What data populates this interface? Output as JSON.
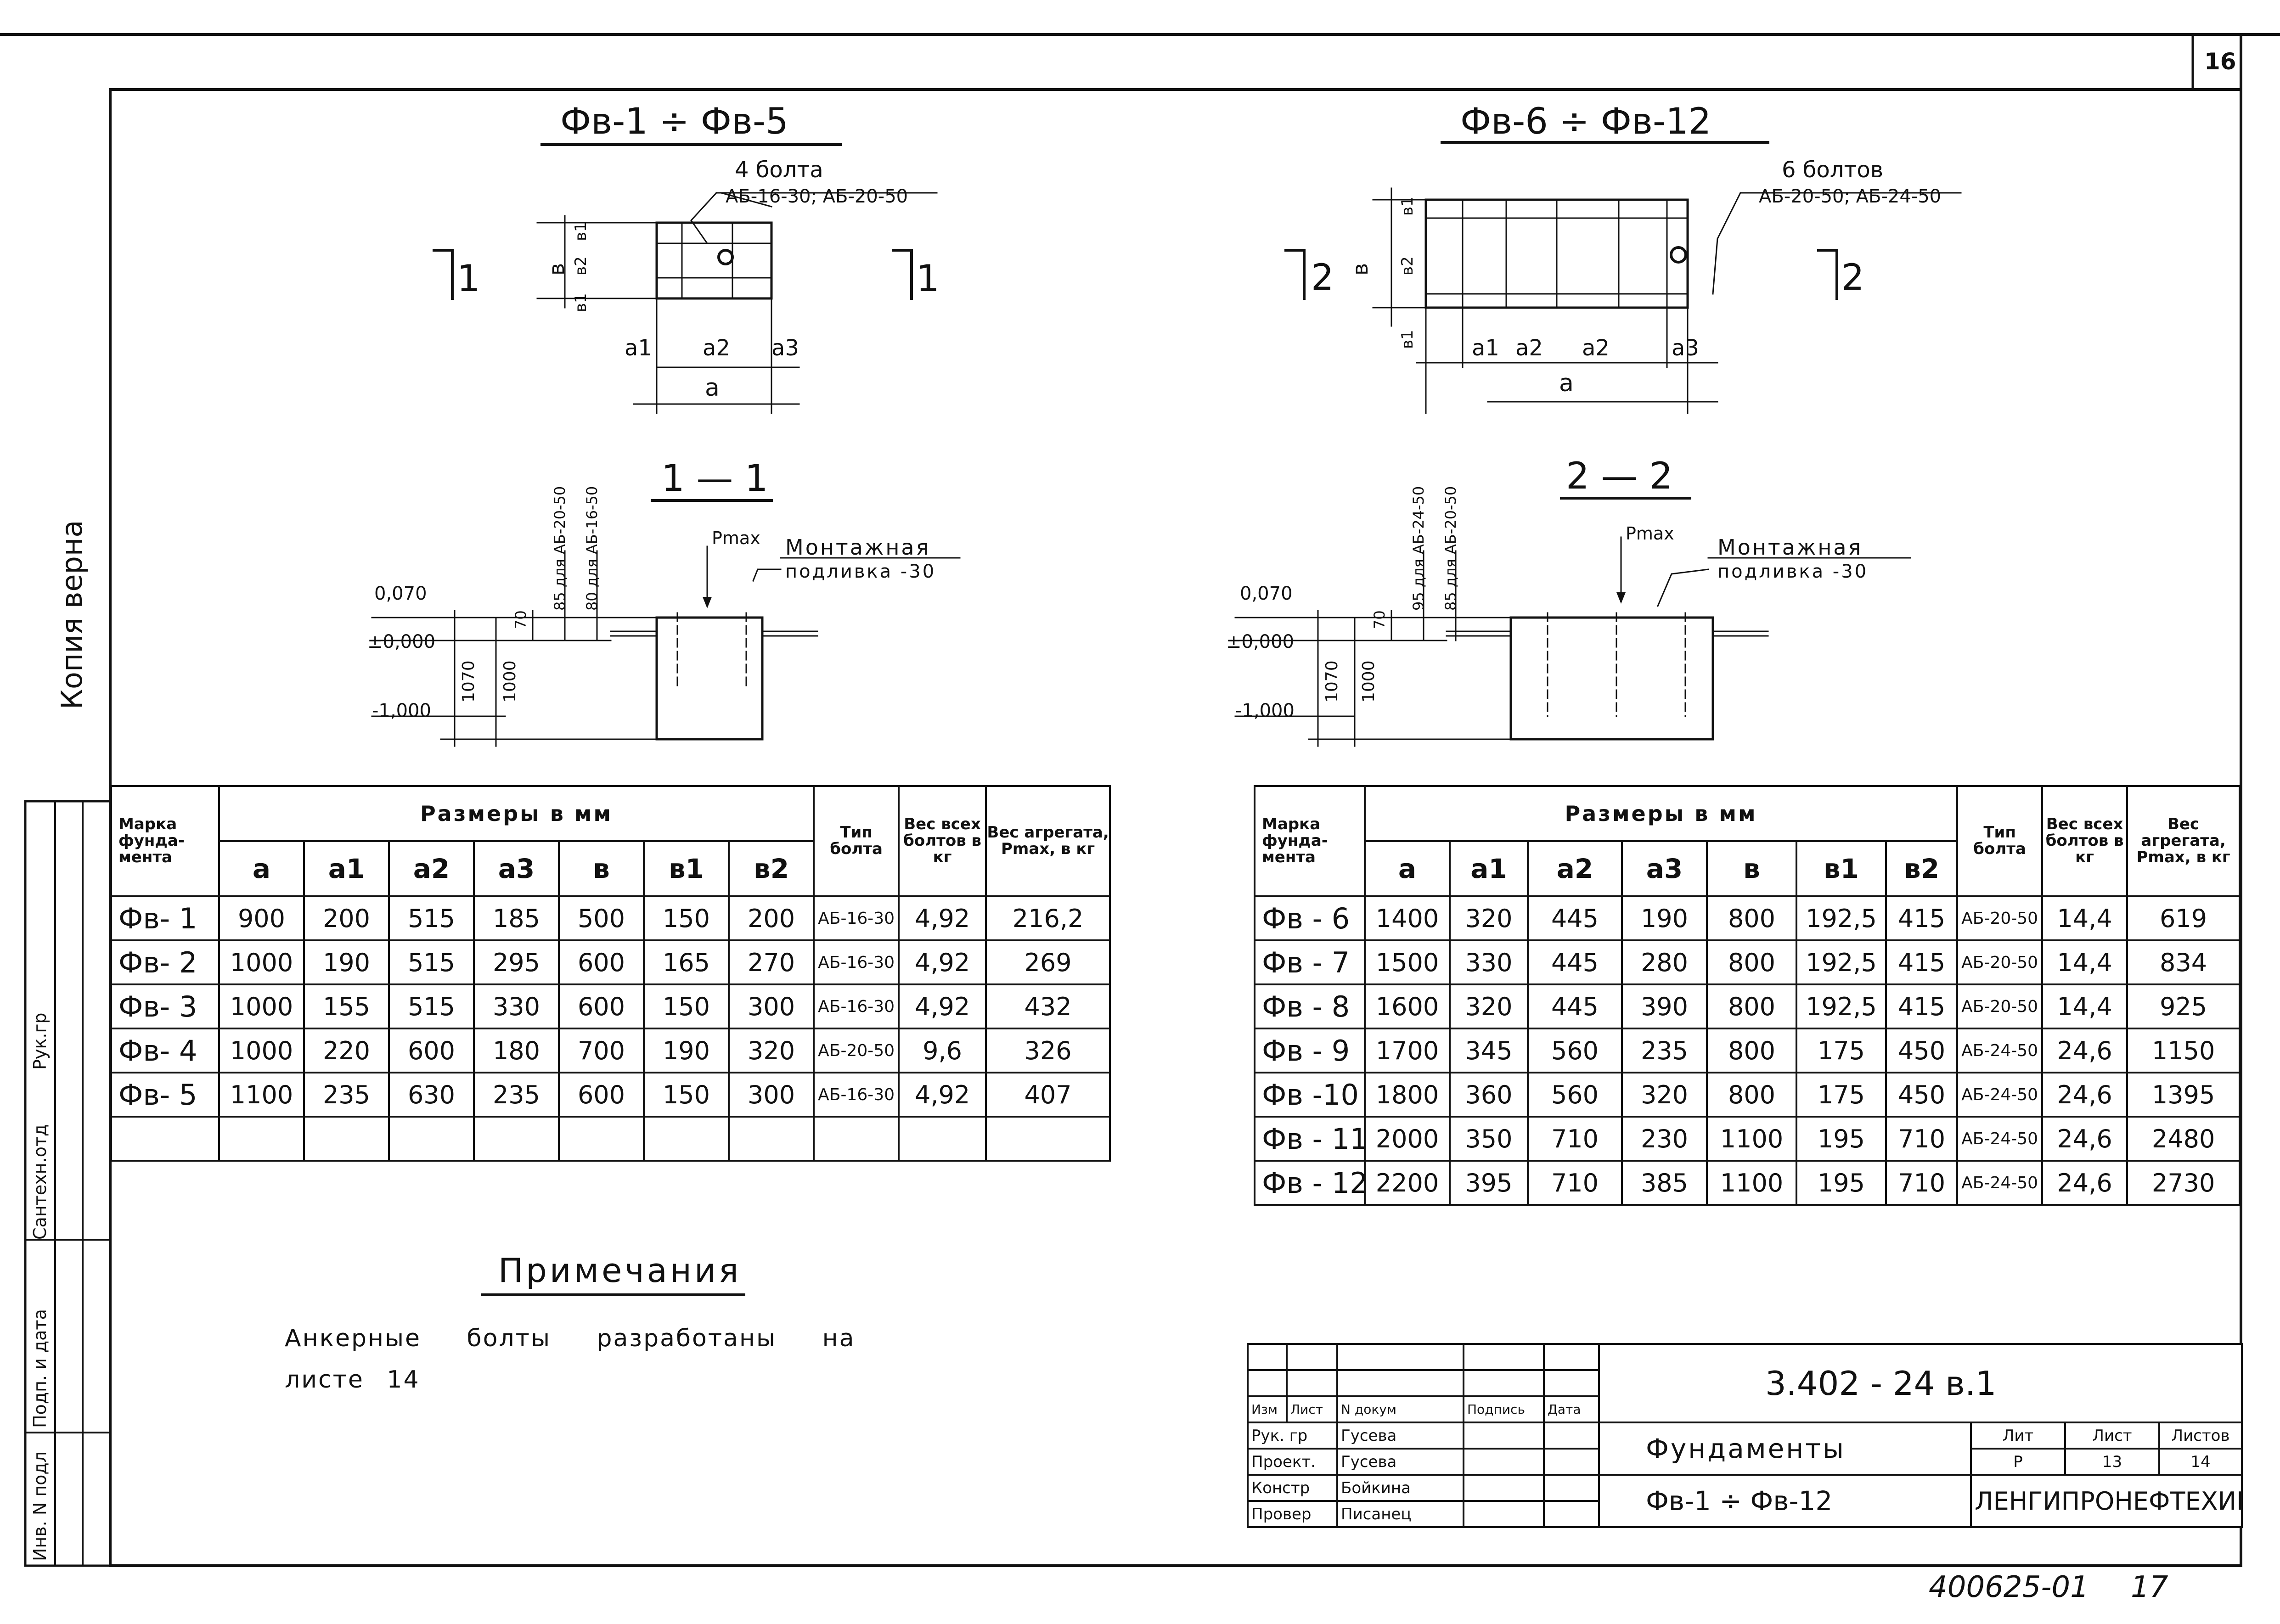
{
  "page_number": "16",
  "drawings": {
    "left_plan_title": "Фв-1 ÷ Фв-5",
    "right_plan_title": "Фв-6 ÷ Фв-12",
    "left_bolts_count": "4 болта",
    "left_bolts_types": "АБ-16-30; АБ-20-50",
    "right_bolts_count": "6 болтов",
    "right_bolts_types": "АБ-20-50; АБ-24-50",
    "left_section_mark": "1",
    "right_section_mark": "2",
    "dim_a": "a",
    "dim_a1": "a1",
    "dim_a2": "a2",
    "dim_a3": "a3",
    "dim_b": "в",
    "dim_b1": "в1",
    "dim_b2": "в2",
    "left_section_title": "1 — 1",
    "right_section_title": "2 — 2",
    "pmax": "Pmax",
    "grout_label_1": "Монтажная",
    "grout_label_2": "подливка -30",
    "level_top": "0,070",
    "level_zero": "±0,000",
    "level_bottom": "-1,000",
    "dim_1070": "1070",
    "dim_1000": "1000",
    "dim_70": "70",
    "left_dim_85": "85 для АБ-20-50",
    "left_dim_80": "80 для АБ-16-50",
    "right_dim_95": "95 для АБ-24-50",
    "right_dim_85": "85 для АБ-20-50"
  },
  "table_headers": {
    "mark": "Марка фунда-мента",
    "sizes": "Размеры в мм",
    "cols": [
      "a",
      "a1",
      "a2",
      "a3",
      "в",
      "в1",
      "в2"
    ],
    "bolt_type": "Тип болта",
    "bolt_weight": "Вес всех болтов в кг",
    "unit_weight": "Вес агрегата, Pmax, в кг"
  },
  "left_table": [
    [
      "Фв- 1",
      "900",
      "200",
      "515",
      "185",
      "500",
      "150",
      "200",
      "АБ-16-30",
      "4,92",
      "216,2"
    ],
    [
      "Фв- 2",
      "1000",
      "190",
      "515",
      "295",
      "600",
      "165",
      "270",
      "АБ-16-30",
      "4,92",
      "269"
    ],
    [
      "Фв- 3",
      "1000",
      "155",
      "515",
      "330",
      "600",
      "150",
      "300",
      "АБ-16-30",
      "4,92",
      "432"
    ],
    [
      "Фв- 4",
      "1000",
      "220",
      "600",
      "180",
      "700",
      "190",
      "320",
      "АБ-20-50",
      "9,6",
      "326"
    ],
    [
      "Фв- 5",
      "1100",
      "235",
      "630",
      "235",
      "600",
      "150",
      "300",
      "АБ-16-30",
      "4,92",
      "407"
    ],
    [
      "",
      "",
      "",
      "",
      "",
      "",
      "",
      "",
      "",
      "",
      ""
    ]
  ],
  "right_table": [
    [
      "Фв - 6",
      "1400",
      "320",
      "445",
      "190",
      "800",
      "192,5",
      "415",
      "АБ-20-50",
      "14,4",
      "619"
    ],
    [
      "Фв - 7",
      "1500",
      "330",
      "445",
      "280",
      "800",
      "192,5",
      "415",
      "АБ-20-50",
      "14,4",
      "834"
    ],
    [
      "Фв - 8",
      "1600",
      "320",
      "445",
      "390",
      "800",
      "192,5",
      "415",
      "АБ-20-50",
      "14,4",
      "925"
    ],
    [
      "Фв - 9",
      "1700",
      "345",
      "560",
      "235",
      "800",
      "175",
      "450",
      "АБ-24-50",
      "24,6",
      "1150"
    ],
    [
      "Фв -10",
      "1800",
      "360",
      "560",
      "320",
      "800",
      "175",
      "450",
      "АБ-24-50",
      "24,6",
      "1395"
    ],
    [
      "Фв - 11",
      "2000",
      "350",
      "710",
      "230",
      "1100",
      "195",
      "710",
      "АБ-24-50",
      "24,6",
      "2480"
    ],
    [
      "Фв - 12",
      "2200",
      "395",
      "710",
      "385",
      "1100",
      "195",
      "710",
      "АБ-24-50",
      "24,6",
      "2730"
    ]
  ],
  "notes": {
    "title": "Примечания",
    "line1": "Анкерные болты разработаны на",
    "line2": "листе 14"
  },
  "side_stamp": {
    "copy_verified": "Копия верна",
    "sanitary": "Сантехн.отд",
    "group_head": "Рук.гр",
    "sign_date": "Подп. и дата",
    "inv_no": "Инв. N подл"
  },
  "title_block": {
    "doc_code": "3.402 - 24   в.1",
    "col_headers": [
      "Изм",
      "Лист",
      "N докум",
      "Подпись",
      "Дата"
    ],
    "people": [
      {
        "role": "Рук. гр",
        "name": "Гусева"
      },
      {
        "role": "Проект.",
        "name": "Гусева"
      },
      {
        "role": "Констр",
        "name": "Бойкина"
      },
      {
        "role": "Провер",
        "name": "Писанец"
      }
    ],
    "doc_title_1": "Фундаменты",
    "doc_title_2": "Фв-1 ÷ Фв-12",
    "lit_label": "Лит",
    "sheet_label": "Лист",
    "sheets_label": "Листов",
    "lit_value": "Р",
    "sheet_value": "13",
    "sheets_value": "14",
    "organization": "ЛЕНГИПРОНЕФТЕХИМ"
  },
  "bottom_code": "400625-01",
  "bottom_number": "17"
}
